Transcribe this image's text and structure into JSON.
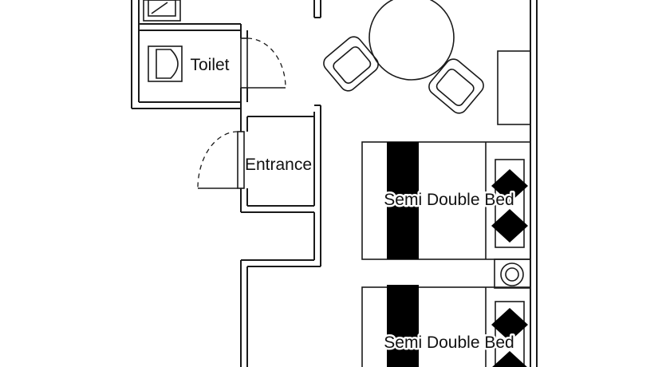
{
  "labels": {
    "toilet": "Toilet",
    "entrance": "Entrance",
    "bed_1": "Semi Double Bed",
    "bed_2": "Semi Double Bed"
  },
  "colors": {
    "line": "#1a1a1a",
    "fill_dark": "#000000",
    "background": "#ffffff"
  }
}
